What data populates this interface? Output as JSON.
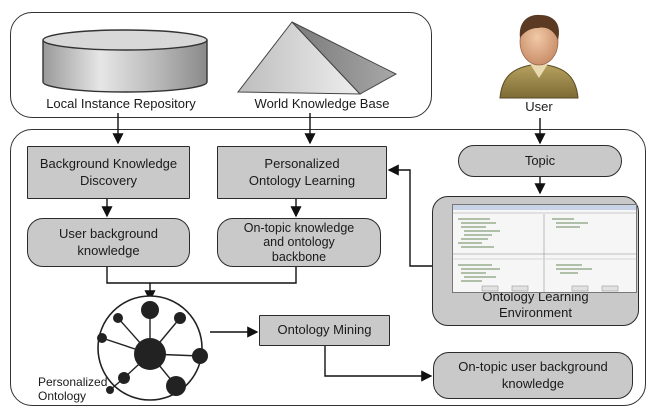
{
  "sources": {
    "local_repo": "Local Instance Repository",
    "world_kb": "World Knowledge Base"
  },
  "user": {
    "label": "User"
  },
  "boxes": {
    "bkd": "Background Knowledge\nDiscovery",
    "pol": "Personalized\nOntology Learning",
    "topic": "Topic",
    "ubk": "User background\nknowledge",
    "otk": "On-topic knowledge\nand ontology\nbackbone",
    "ole": "Ontology Learning\nEnvironment",
    "om": "Ontology Mining",
    "otubk": "On-topic user background\nknowledge"
  },
  "ontology": {
    "label": "Personalized\nOntology"
  }
}
